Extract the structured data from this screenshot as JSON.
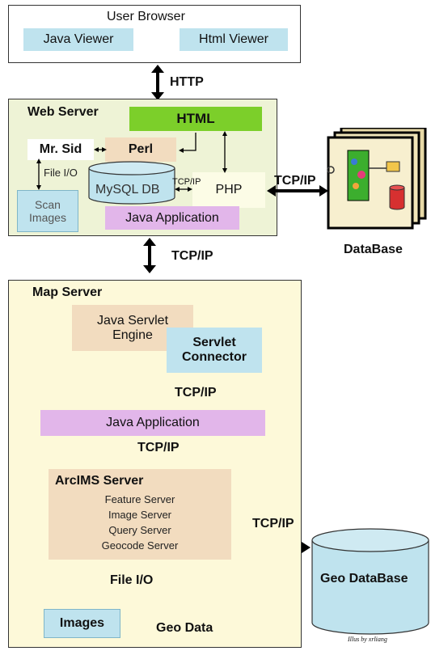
{
  "user_browser": {
    "title": "User Browser",
    "java_viewer": "Java Viewer",
    "html_viewer": "Html Viewer"
  },
  "http_label": "HTTP",
  "web_server": {
    "title": "Web Server",
    "html": "HTML",
    "mr_sid": "Mr. Sid",
    "perl": "Perl",
    "file_io": "File I/O",
    "scan_images": [
      "Scan",
      "Images"
    ],
    "mysql": "MySQL DB",
    "tcpip_small": "TCP/IP",
    "php": "PHP",
    "java_app": "Java Application"
  },
  "tcpip_database": "TCP/IP",
  "database_label": "DataBase",
  "tcpip_between": "TCP/IP",
  "map_server": {
    "title": "Map Server",
    "servlet_engine": [
      "Java Servlet",
      "Engine"
    ],
    "servlet_connector": [
      "Servlet",
      "Connector"
    ],
    "tcpip_1": "TCP/IP",
    "java_app": "Java Application",
    "tcpip_2": "TCP/IP",
    "arcims_title": "ArcIMS Server",
    "arcims_items": [
      "Feature Server",
      "Image Server",
      "Query Server",
      "Geocode Server"
    ],
    "file_io": "File I/O",
    "images": "Images",
    "geo_data": "Geo Data"
  },
  "tcpip_geo": "TCP/IP",
  "geo_database": "Geo DataBase",
  "credit": "Illus by xrliang",
  "colors": {
    "blue": "#bfe3ee",
    "tan": "#f2dcbf",
    "purple": "#e2b6ea",
    "green": "#7ccf2a",
    "web_bg": "#eef3d6",
    "map_bg": "#fdf9d9"
  }
}
